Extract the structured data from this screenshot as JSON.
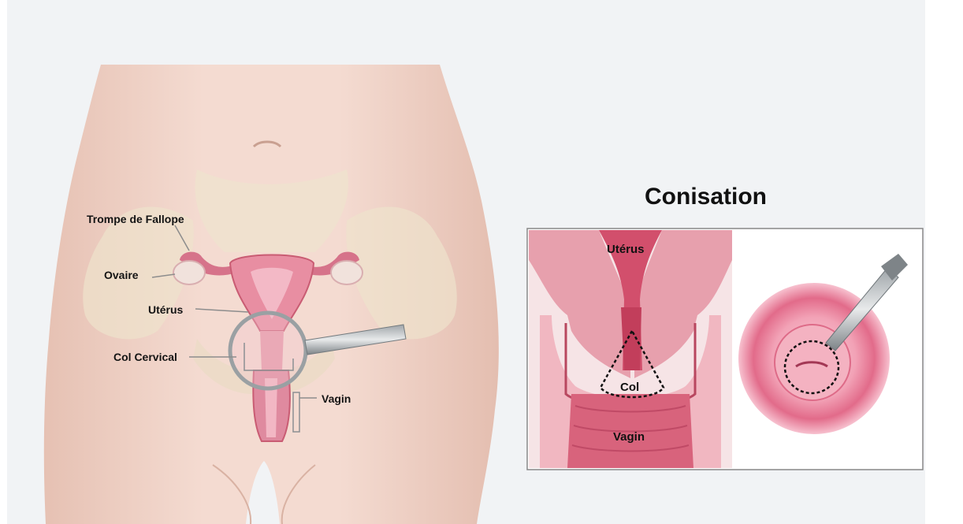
{
  "anatomy_labels": {
    "fallopian_tube": "Trompe de Fallope",
    "ovary": "Ovaire",
    "uterus": "Utérus",
    "cervix": "Col Cervical",
    "vagina": "Vagin"
  },
  "conisation": {
    "title": "Conisation",
    "uterus": "Utérus",
    "cervix": "Col",
    "vagina": "Vagin"
  },
  "colors": {
    "panel_bg": "#f1f3f5",
    "skin": "#efd3c8",
    "tissue": "#e89aa8",
    "tissue_dark": "#c95c73",
    "cervix_pink": "#ec8fa6"
  }
}
